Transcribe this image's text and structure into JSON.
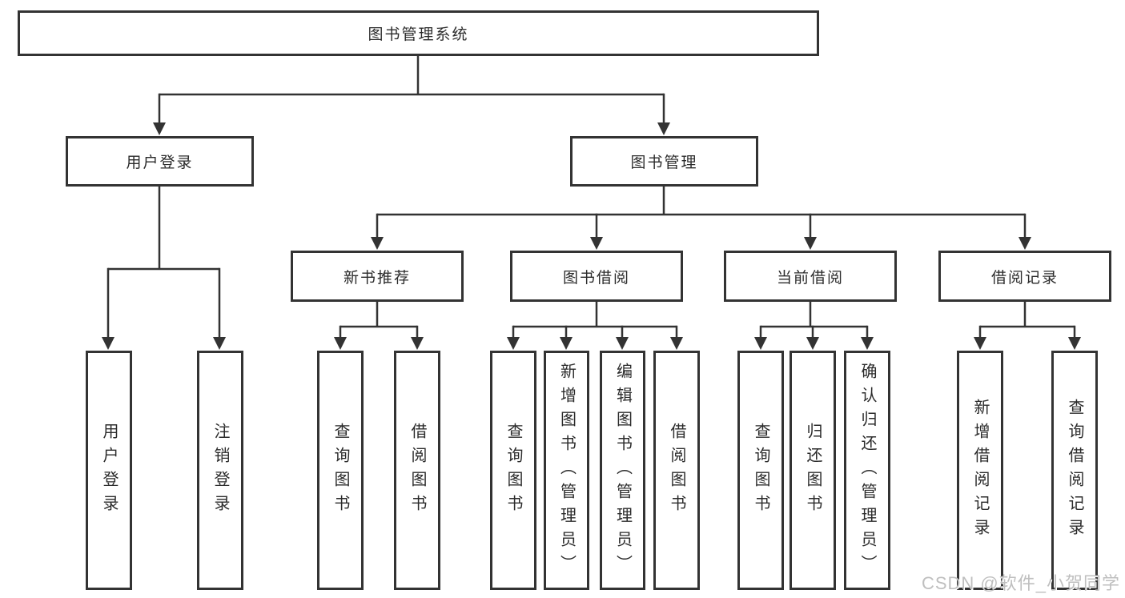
{
  "diagram": {
    "title": "图书管理系统"
  },
  "nodes": {
    "root": "图书管理系统",
    "user_login": "用户登录",
    "book_mgmt": "图书管理",
    "new_book_rec": "新书推荐",
    "book_borrow": "图书借阅",
    "current_borrow": "当前借阅",
    "borrow_record": "借阅记录",
    "leaf_user_login": "用户登录",
    "leaf_logout": "注销登录",
    "nb_query_book": "查询图书",
    "nb_borrow_book": "借阅图书",
    "bb_query_book": "查询图书",
    "bb_add_book": "新增图书（管理员）",
    "bb_edit_book": "编辑图书（管理员）",
    "bb_borrow_book": "借阅图书",
    "cb_query_book": "查询图书",
    "cb_return_book": "归还图书",
    "cb_confirm_return": "确认归还（管理员）",
    "br_add_record": "新增借阅记录",
    "br_query_record": "查询借阅记录"
  },
  "watermark": "CSDN @软件_小贺同学",
  "colors": {
    "line": "#333333",
    "text": "#2b2b2b",
    "watermark": "#bfbfbf",
    "background": "#ffffff"
  }
}
